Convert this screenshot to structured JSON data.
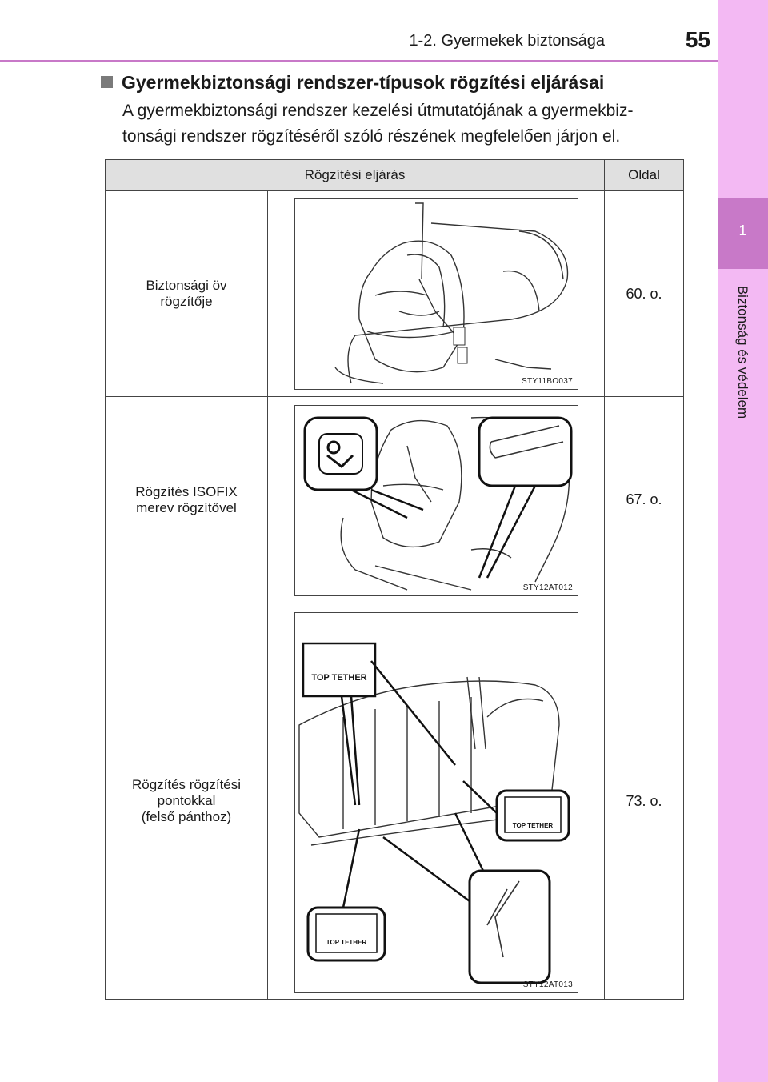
{
  "header": {
    "section": "1-2. Gyermekek biztonsága",
    "page_number": "55"
  },
  "side_tab": {
    "chapter_number": "1",
    "chapter_title": "Biztonság és védelem"
  },
  "heading": "Gyermekbiztonsági rendszer-típusok rögzítési eljárásai",
  "intro_lines": [
    "A gyermekbiztonsági rendszer kezelési útmutatójának a gyermekbiz-",
    "tonsági rendszer rögzítéséről szóló részének megfelelően járjon el."
  ],
  "table": {
    "headers": [
      "Rögzítési eljárás",
      "Oldal"
    ],
    "rows": [
      {
        "label_lines": [
          "Biztonsági öv",
          "rögzítője"
        ],
        "image_code": "STY11BO037",
        "page": "60. o."
      },
      {
        "label_lines": [
          "Rögzítés ISOFIX",
          "merev rögzítővel"
        ],
        "image_code": "STY12AT012",
        "page": "67. o."
      },
      {
        "label_lines": [
          "Rögzítés rögzítési",
          "pontokkal",
          "(felső pánthoz)"
        ],
        "image_code": "STY12AT013",
        "page": "73. o.",
        "callout_text": "TOP TETHER"
      }
    ]
  },
  "colors": {
    "accent": "#c879c8",
    "tab": "#f3b9f3",
    "header_row": "#e0e0e0"
  }
}
